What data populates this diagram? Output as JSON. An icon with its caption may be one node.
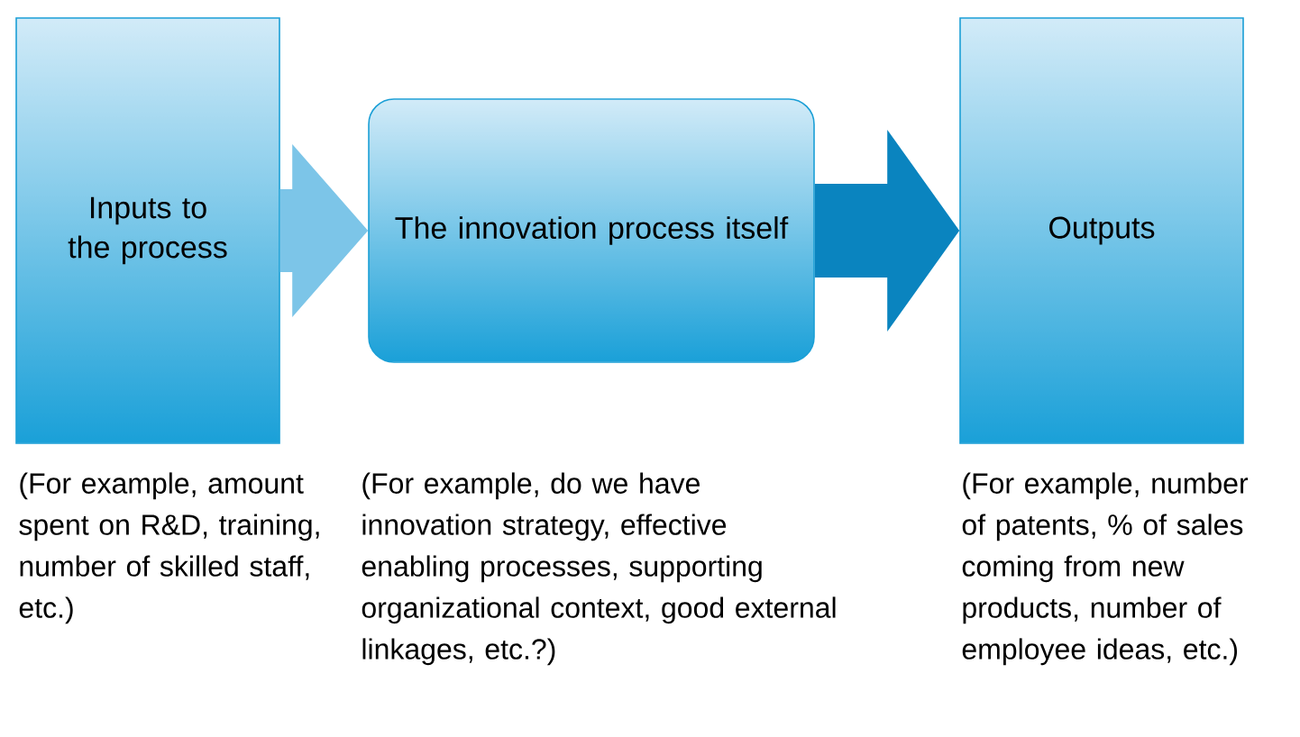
{
  "diagram": {
    "nodes": [
      {
        "text": [
          "Inputs to the process"
        ],
        "beside": [
          "(For example, amount spent on R&D, training, number of skilled staff, etc.)"
        ]
      },
      {
        "text": [
          "The innovation process itself"
        ],
        "beside": [
          "(For example, do we have innovation strategy, effective enabling processes, supporting organizational context, good external linkages, etc.?)"
        ]
      },
      {
        "text": [
          "Outputs"
        ],
        "beside": [
          "(For example, number of patents, % of sales coming from new products, number of employee ideas, etc.)"
        ]
      }
    ],
    "edges": [
      {
        "from": 0,
        "to": 1,
        "arrow": "to",
        "color": "#7cc5e8"
      },
      {
        "from": 1,
        "to": 2,
        "arrow": "to",
        "color": "#0a84bf"
      }
    ]
  }
}
